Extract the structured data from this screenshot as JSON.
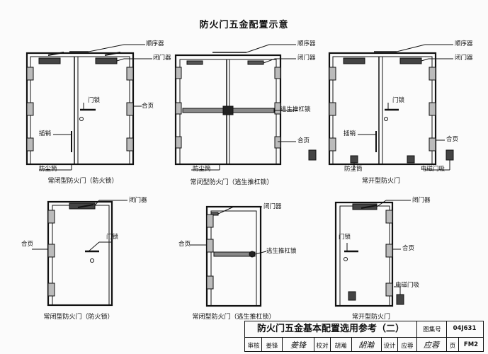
{
  "page_title": "防火门五金配置示意",
  "doors": {
    "d1": {
      "caption": "常闭型防火门（防火锁）",
      "labels": {
        "sequencer": "顺序器",
        "closer": "闭门器",
        "lock": "门锁",
        "hinge": "合页",
        "flush_bolt": "插销",
        "dust_socket": "防尘筒"
      }
    },
    "d2": {
      "caption": "常闭型防火门（逃生推杠锁）",
      "labels": {
        "sequencer": "顺序器",
        "closer": "闭门器",
        "panic_bar": "逃生推杠锁",
        "hinge": "合页",
        "dust_socket": "防尘筒"
      }
    },
    "d3": {
      "caption": "常开型防火门",
      "labels": {
        "sequencer": "顺序器",
        "closer": "闭门器",
        "lock": "门锁",
        "hinge": "合页",
        "flush_bolt": "插销",
        "dust_socket": "防尘筒",
        "magnet": "电磁门吸"
      }
    },
    "d4": {
      "caption": "常闭型防火门（防火锁）",
      "labels": {
        "closer": "闭门器",
        "lock": "门锁",
        "hinge": "合页"
      }
    },
    "d5": {
      "caption": "常闭型防火门（逃生推杠锁）",
      "labels": {
        "closer": "闭门器",
        "hinge": "合页",
        "panic_bar": "逃生推杠锁"
      }
    },
    "d6": {
      "caption": "常开型防火门",
      "labels": {
        "closer": "闭门器",
        "lock": "门锁",
        "hinge": "合页",
        "magnet": "电磁门吸"
      }
    }
  },
  "title_block": {
    "main_title": "防火门五金基本配置选用参考（二）",
    "atlas_label": "图集号",
    "atlas_no": "04J631",
    "review_label": "审核",
    "review_name": "姜锋",
    "review_sig": "姜锋",
    "check_label": "校对",
    "check_name": "胡瀚",
    "check_sig": "胡瀚",
    "design_label": "设计",
    "design_name": "应蓉",
    "design_sig": "应蓉",
    "page_label": "页",
    "page_no": "FM2"
  }
}
